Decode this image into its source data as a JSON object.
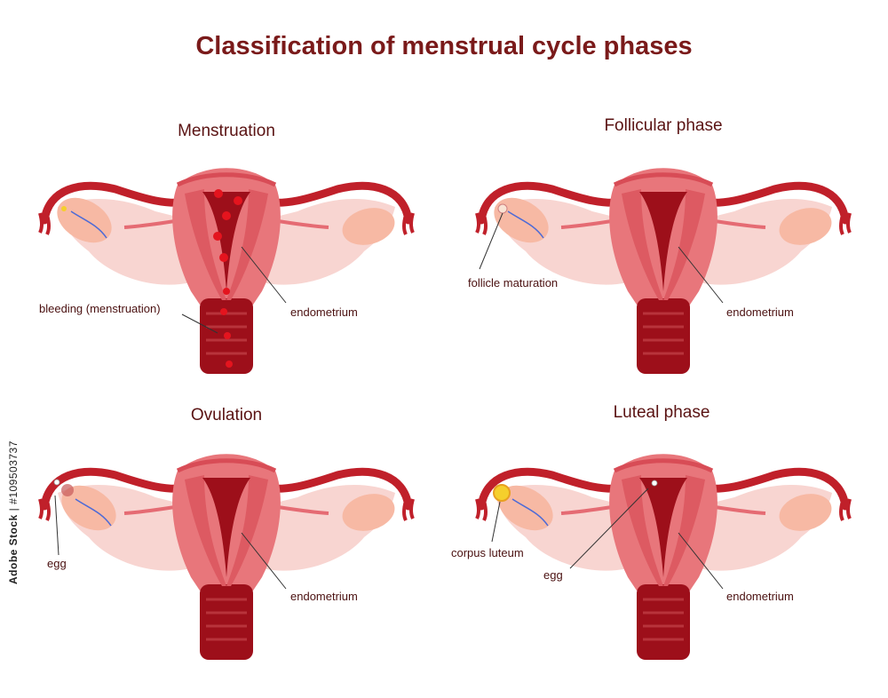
{
  "title": "Classification of menstrual cycle phases",
  "phases": [
    {
      "title": "Menstruation",
      "labels": {
        "bleeding": "bleeding (menstruation)",
        "endometrium": "endometrium"
      }
    },
    {
      "title": "Follicular phase",
      "labels": {
        "follicle": "follicle maturation",
        "endometrium": "endometrium"
      }
    },
    {
      "title": "Ovulation",
      "labels": {
        "egg": "egg",
        "endometrium": "endometrium"
      }
    },
    {
      "title": "Luteal phase",
      "labels": {
        "corpus": "corpus luteum",
        "egg": "egg",
        "endometrium": "endometrium"
      }
    }
  ],
  "watermark": {
    "brand": "Adobe Stock",
    "separator": "|",
    "id": "#109503737"
  },
  "colors": {
    "title": "#7a1a1a",
    "uterus_outer": "#e8767b",
    "uterus_wall": "#dd5a62",
    "endometrium_dark": "#9d0f1a",
    "tube": "#c0202a",
    "ligament": "#f8d5d1",
    "ovary": "#f7b9a4",
    "blood": "#e4141e"
  }
}
